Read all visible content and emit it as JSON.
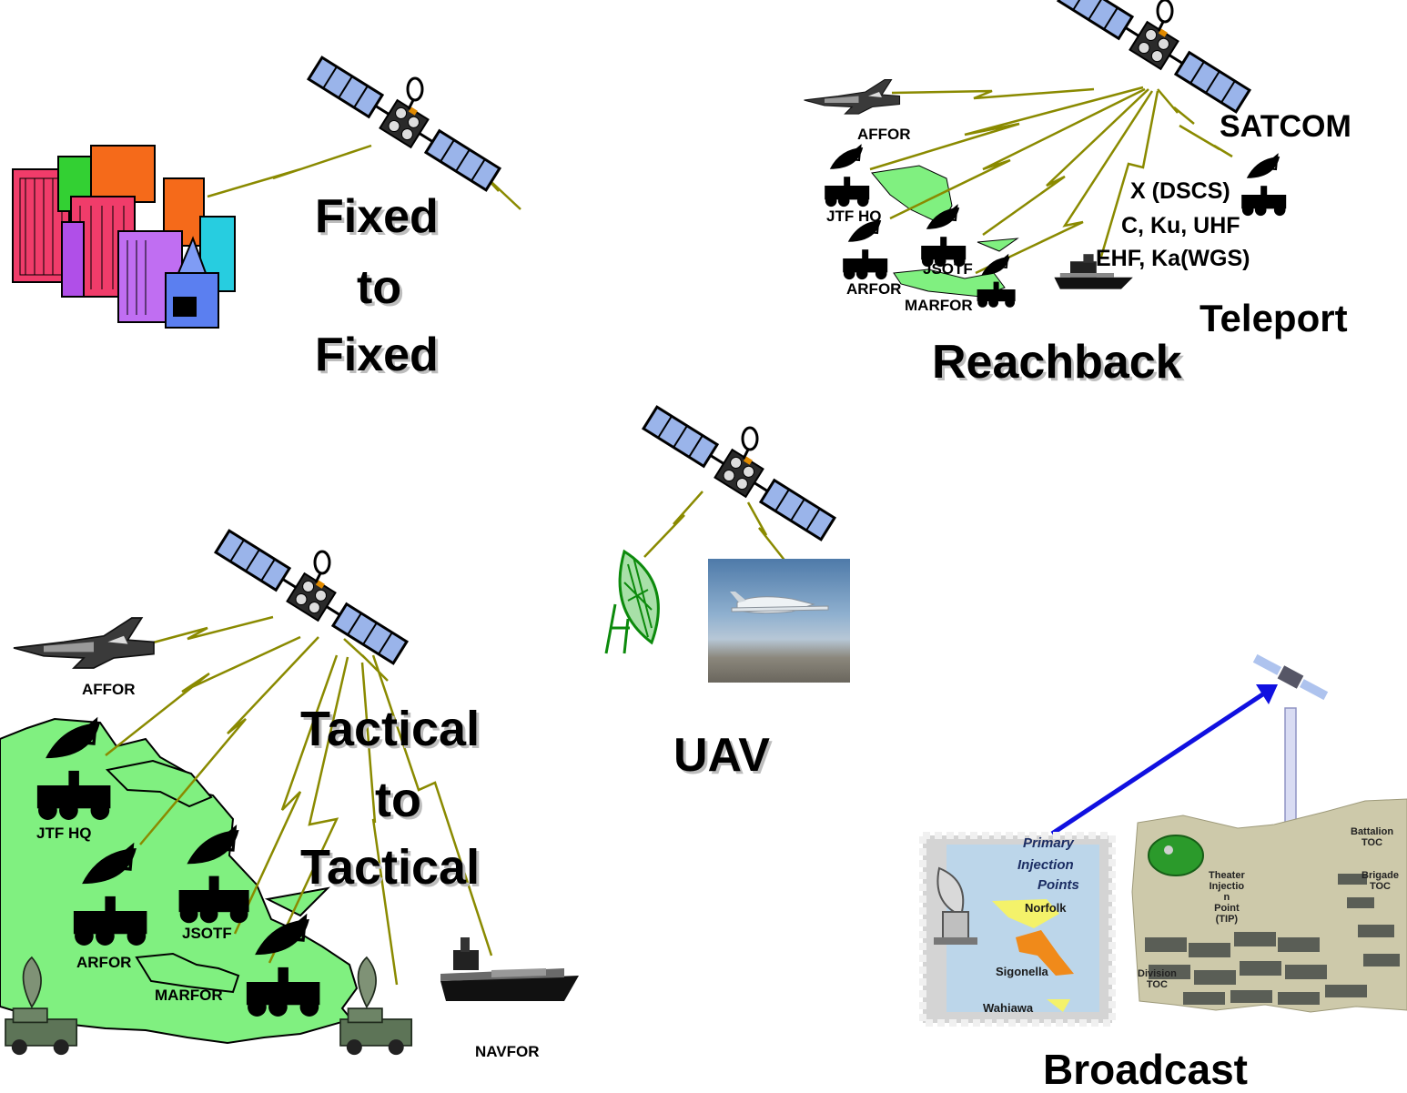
{
  "fixed": {
    "title_line1": "Fixed",
    "title_line2": "to",
    "title_line3": "Fixed"
  },
  "reachback": {
    "title": "Reachback",
    "satcom": "SATCOM",
    "bands_line1": "X (DSCS)",
    "bands_line2": "C, Ku, UHF",
    "bands_line3": "EHF, Ka(WGS)",
    "teleport": "Teleport",
    "labels": {
      "affor": "AFFOR",
      "jtf_hq": "JTF HQ",
      "arfor": "ARFOR",
      "jsotf": "JSOTF",
      "marfor": "MARFOR"
    }
  },
  "tactical": {
    "title_line1": "Tactical",
    "title_line2": "to",
    "title_line3": "Tactical",
    "labels": {
      "affor": "AFFOR",
      "jtf_hq": "JTF HQ",
      "arfor": "ARFOR",
      "jsotf": "JSOTF",
      "marfor": "MARFOR",
      "navfor": "NAVFOR"
    }
  },
  "uav": {
    "title": "UAV"
  },
  "broadcast": {
    "title": "Broadcast",
    "stamp_heading_line1": "Primary",
    "stamp_heading_line2": "Injection",
    "stamp_heading_line3": "Points",
    "sites": [
      "Norfolk",
      "Sigonella",
      "Wahiawa"
    ],
    "theater_labels": {
      "battalion_line1": "Battalion",
      "battalion_line2": "TOC",
      "brigade_line1": "Brigade",
      "brigade_line2": "TOC",
      "tip_line1": "Theater",
      "tip_line2": "Injectio",
      "tip_line3": "n",
      "tip_line4": "Point",
      "tip_line5": "(TIP)",
      "division_line1": "Division",
      "division_line2": "TOC"
    }
  },
  "colors": {
    "link": "#8a8a00",
    "land": "#80f080",
    "solar_panel": "#9ab4ea",
    "uplink_arrow": "#1010e0",
    "downlink_arrow": "#d9dcf3"
  }
}
